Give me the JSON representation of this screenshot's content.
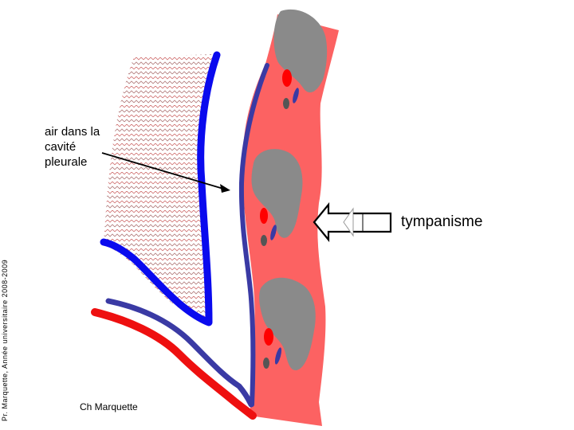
{
  "labels": {
    "air_line1": "air dans la",
    "air_line2": "cavité",
    "air_line3": "pleurale",
    "tympanism": "tympanisme",
    "author": "Ch Marquette",
    "vertical_credit": "Pr. Marquette, Année universitaire 2008-2009"
  },
  "colors": {
    "muscle_band": "#fc6262",
    "rib": "#8a8a8a",
    "parietal_pleura": "#3a3aa4",
    "visceral_pleura": "#0a0aee",
    "artery": "#ff0000",
    "lung_hatch": "#d07070",
    "background": "#ffffff"
  },
  "icons": {
    "percussion_arrow": "hollow-left-arrow"
  }
}
